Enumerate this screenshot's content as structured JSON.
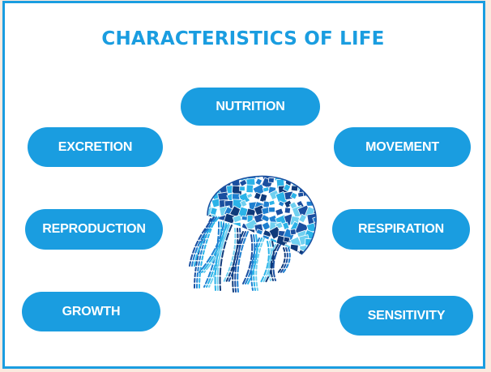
{
  "title": "CHARACTERISTICS OF LIFE",
  "items": {
    "nutrition": "NUTRITION",
    "excretion": "EXCRETION",
    "movement": "MOVEMENT",
    "reproduction": "REPRODUCTION",
    "respiration": "RESPIRATION",
    "growth": "GROWTH",
    "sensitivity": "SENSITIVITY"
  },
  "illustration": {
    "name": "jellyfish-mosaic",
    "colors": [
      "#1a4fa0",
      "#1e7fd0",
      "#2bb3e8",
      "#6fd0f0",
      "#0f3a7a"
    ]
  },
  "colors": {
    "accent": "#1a9de0",
    "background": "#fbeadf",
    "panel": "#ffffff",
    "pill_text": "#ffffff"
  }
}
